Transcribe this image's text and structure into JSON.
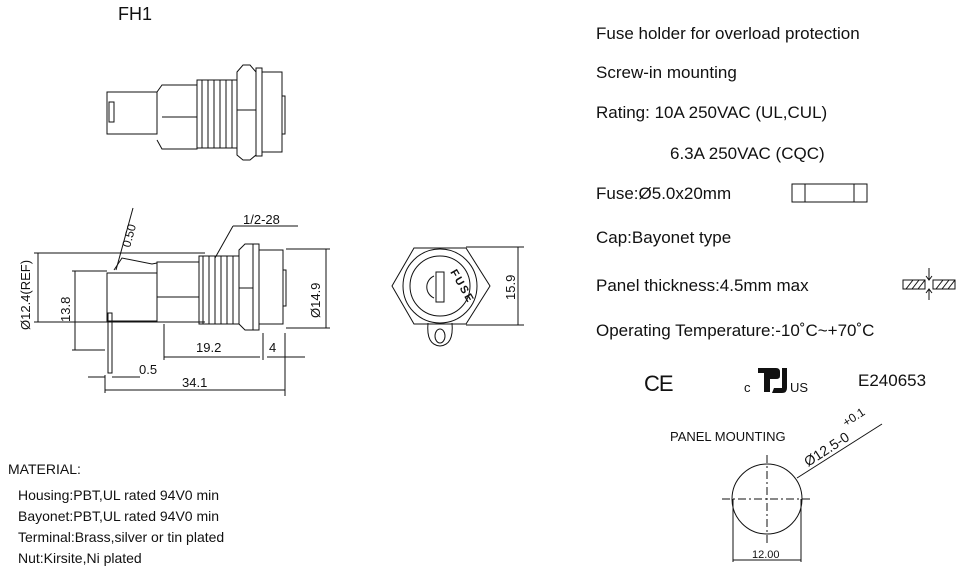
{
  "title": "FH1",
  "specs": {
    "line1": "Fuse holder for overload protection",
    "line2": "Screw-in mounting",
    "rating1": "Rating: 10A 250VAC (UL,CUL)",
    "rating2": "6.3A 250VAC (CQC)",
    "fuse": "Fuse:Ø5.0x20mm",
    "cap": "Cap:Bayonet type",
    "panel": "Panel thickness:4.5mm max",
    "temp": "Operating Temperature:-10˚C~+70˚C"
  },
  "certs": {
    "ce": "CE",
    "ul_c": "c",
    "ul_us": "US",
    "file_no": "E240653"
  },
  "panel_mounting": {
    "label": "PANEL MOUNTING",
    "hole_dia": "Ø12.5-0",
    "tol": "+0.1",
    "flat": "12.00"
  },
  "dimensions": {
    "ref_dia": "Ø12.4(REF)",
    "h": "13.8",
    "thick": "0.50",
    "thread": "1/2-28",
    "flange_dia": "Ø14.9",
    "len_thread": "19.2",
    "len_head": "4",
    "term": "0.5",
    "total": "34.1",
    "front_h": "15.9",
    "fuse_word": "FUSE"
  },
  "material": {
    "heading": "MATERIAL:",
    "items": [
      "Housing:PBT,UL rated 94V0 min",
      "Bayonet:PBT,UL rated 94V0 min",
      "Terminal:Brass,silver or tin plated",
      "Nut:Kirsite,Ni plated"
    ]
  }
}
